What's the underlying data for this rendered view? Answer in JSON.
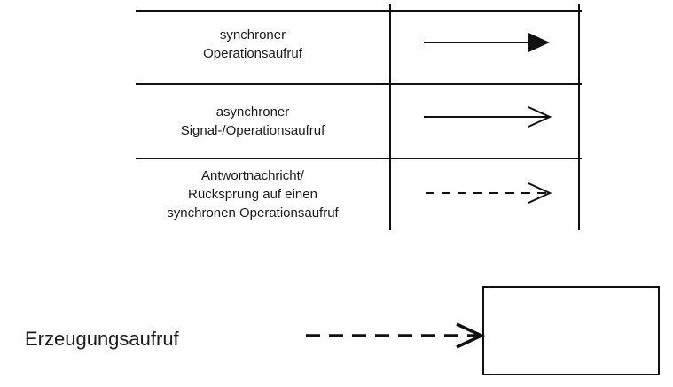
{
  "notation_table": {
    "rows": [
      {
        "lines": [
          "synchroner",
          "Operationsaufruf"
        ],
        "arrow_icon": "solid-arrow-filled-head"
      },
      {
        "lines": [
          "asynchroner",
          "Signal-/Operationsaufruf"
        ],
        "arrow_icon": "solid-arrow-open-head"
      },
      {
        "lines": [
          "Antwortnachricht/",
          "Rücksprung auf einen",
          "synchronen Operationsaufruf"
        ],
        "arrow_icon": "dashed-arrow-open-head"
      }
    ]
  },
  "creation": {
    "label": "Erzeugungsaufruf",
    "arrow_icon": "dashed-arrow-open-head",
    "target_icon": "object-box"
  }
}
